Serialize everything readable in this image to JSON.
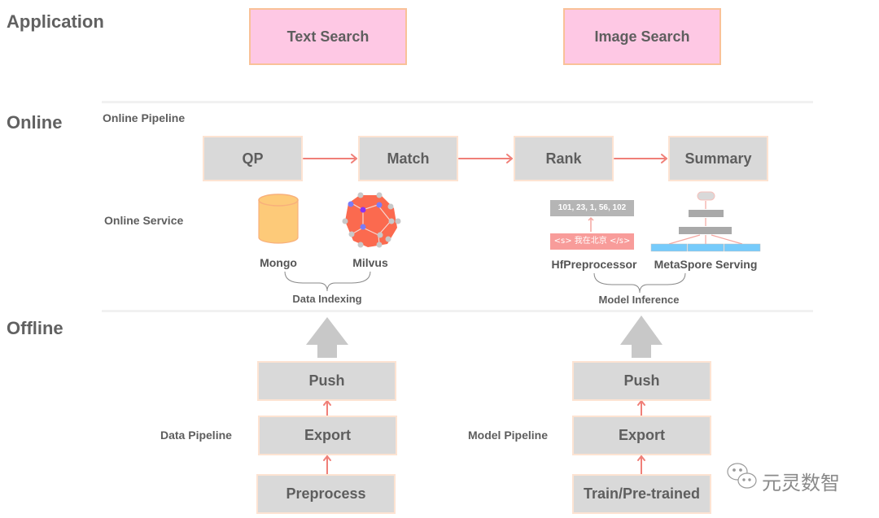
{
  "sections": {
    "application": "Application",
    "online": "Online",
    "offline": "Offline"
  },
  "application": {
    "apps": [
      "Text Search",
      "Image Search"
    ]
  },
  "online": {
    "pipeline_label": "Online Pipeline",
    "pipeline_steps": [
      "QP",
      "Match",
      "Rank",
      "Summary"
    ],
    "service_label": "Online Service",
    "data_indexing": {
      "components": [
        "Mongo",
        "Milvus"
      ],
      "caption": "Data Indexing"
    },
    "model_inference": {
      "components": [
        "HfPreprocessor",
        "MetaSpore Serving"
      ],
      "caption": "Model Inference",
      "token_ids": "101, 23, 1, 56, 102",
      "input_text": "<s> 我在北京 </s>"
    }
  },
  "offline": {
    "data_pipeline": {
      "label": "Data Pipeline",
      "steps": [
        "Push",
        "Export",
        "Preprocess"
      ]
    },
    "model_pipeline": {
      "label": "Model Pipeline",
      "steps": [
        "Push",
        "Export",
        "Train/Pre-trained"
      ]
    }
  },
  "watermark": "元灵数智",
  "colors": {
    "app_box_fill": "#fec8e4",
    "app_box_border": "#f9c198",
    "step_box_fill": "#d9d9d9",
    "arrow": "#f07f78",
    "milvus": "#fb6a4f",
    "mongo": "#fdca79",
    "serving_input": "#76cbfb"
  }
}
